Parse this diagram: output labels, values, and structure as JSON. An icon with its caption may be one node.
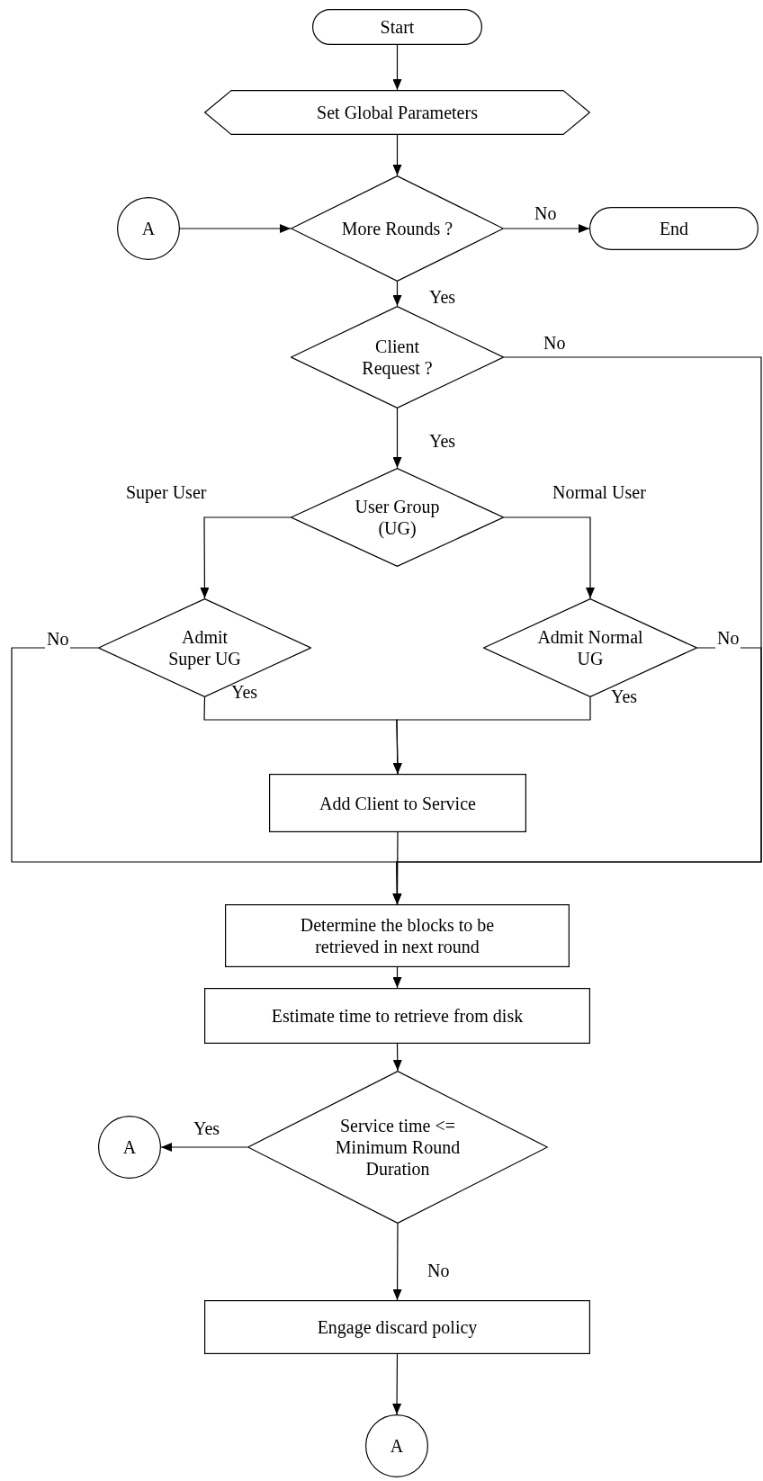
{
  "diagram": {
    "nodes": [
      {
        "text": [
          "Start"
        ]
      },
      {
        "text": [
          "Set Global Parameters"
        ]
      },
      {
        "text": [
          "A"
        ]
      },
      {
        "text": [
          "More Rounds ?"
        ]
      },
      {
        "text": [
          "End"
        ]
      },
      {
        "text": [
          "Client Request ?"
        ]
      },
      {
        "text": [
          "User Group (UG)"
        ]
      },
      {
        "text": [
          "Admit Super UG"
        ]
      },
      {
        "text": [
          "Admit Normal UG"
        ]
      },
      {
        "text": [
          "Add Client to Service"
        ]
      },
      {
        "text": [
          "Determine the blocks to be retrieved in next round"
        ]
      },
      {
        "text": [
          "Estimate time to retrieve from disk"
        ]
      },
      {
        "text": [
          "A"
        ]
      },
      {
        "text": [
          "Service time <= Minimum Round Duration"
        ]
      },
      {
        "text": [
          "Engage discard policy"
        ]
      },
      {
        "text": [
          "A"
        ]
      }
    ],
    "edges": [
      {
        "from": 0,
        "to": 1,
        "arrow": "to"
      },
      {
        "from": 1,
        "to": 3,
        "arrow": "to"
      },
      {
        "from": 2,
        "to": 3,
        "arrow": "to"
      },
      {
        "from": 3,
        "to": 4,
        "arrow": "to",
        "label": "No"
      },
      {
        "from": 3,
        "to": 5,
        "arrow": "to",
        "label": "Yes"
      },
      {
        "from": 5,
        "to": 10,
        "arrow": "to",
        "label": "No"
      },
      {
        "from": 5,
        "to": 6,
        "arrow": "to",
        "label": "Yes"
      },
      {
        "from": 6,
        "to": 7,
        "arrow": "to",
        "label": "Super User"
      },
      {
        "from": 6,
        "to": 8,
        "arrow": "to",
        "label": "Normal User"
      },
      {
        "from": 7,
        "to": 10,
        "arrow": "to",
        "label": "No"
      },
      {
        "from": 7,
        "to": 9,
        "arrow": "to",
        "label": "Yes"
      },
      {
        "from": 8,
        "to": 10,
        "arrow": "to",
        "label": "No"
      },
      {
        "from": 8,
        "to": 9,
        "arrow": "to",
        "label": "Yes"
      },
      {
        "from": 9,
        "to": 10,
        "arrow": "to"
      },
      {
        "from": 10,
        "to": 11,
        "arrow": "to"
      },
      {
        "from": 11,
        "to": 13,
        "arrow": "to"
      },
      {
        "from": 13,
        "to": 12,
        "arrow": "to",
        "label": "Yes"
      },
      {
        "from": 13,
        "to": 14,
        "arrow": "to",
        "label": "No"
      },
      {
        "from": 14,
        "to": 15,
        "arrow": "to"
      }
    ]
  }
}
